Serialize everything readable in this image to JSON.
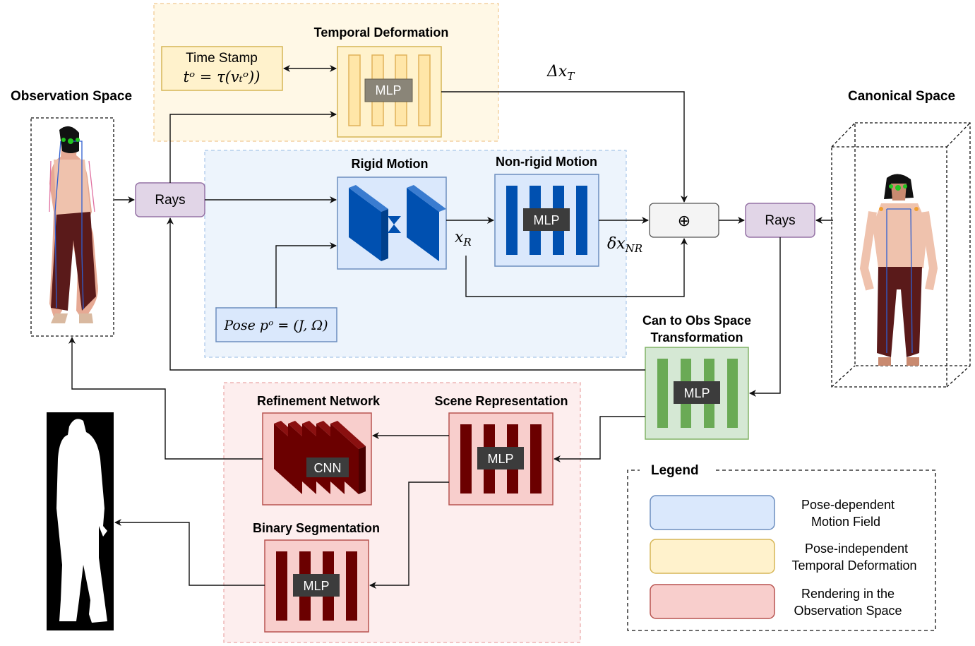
{
  "labels": {
    "observation_space": "Observation Space",
    "canonical_space": "Canonical Space",
    "temporal_deformation": "Temporal Deformation",
    "time_stamp": "Time Stamp",
    "time_formula": "tᵒ = τ(vₜᵒ))",
    "rigid_motion": "Rigid Motion",
    "non_rigid_motion": "Non-rigid Motion",
    "pose_formula": "Pose pᵒ = (J, Ω)",
    "rays": "Rays",
    "delta_xt": "Δx_T",
    "x_r": "x_R",
    "delta_xnr": "δx_NR",
    "plus": "⊕",
    "can_to_obs_line1": "Can to Obs Space",
    "can_to_obs_line2": "Transformation",
    "refinement_network": "Refinement Network",
    "scene_representation": "Scene Representation",
    "binary_segmentation": "Binary Segmentation",
    "mlp": "MLP",
    "cnn": "CNN"
  },
  "legend": {
    "title": "Legend",
    "items": [
      {
        "line1": "Pose-dependent",
        "line2": "Motion Field",
        "fill": "#dae8fc",
        "stroke": "#6c8ebf"
      },
      {
        "line1": "Pose-independent",
        "line2": "Temporal Deformation",
        "fill": "#fff2cc",
        "stroke": "#d6b656"
      },
      {
        "line1": "Rendering in the",
        "line2": "Observation Space",
        "fill": "#f8cecc",
        "stroke": "#b85450"
      }
    ]
  },
  "colors": {
    "blue_fill": "#dae8fc",
    "blue_stroke": "#6c8ebf",
    "blue_bar": "#0050b0",
    "yellow_fill": "#fff2cc",
    "yellow_stroke": "#d6b656",
    "yellow_region": "#fff8e6",
    "green_fill": "#d5e8d4",
    "green_stroke": "#82b366",
    "green_bar": "#6aaa55",
    "red_fill": "#f8cecc",
    "red_stroke": "#b85450",
    "red_bar": "#6b0000",
    "purple_fill": "#e1d5e7",
    "purple_stroke": "#9673a6",
    "mlp_fill": "#3c3c3c"
  }
}
